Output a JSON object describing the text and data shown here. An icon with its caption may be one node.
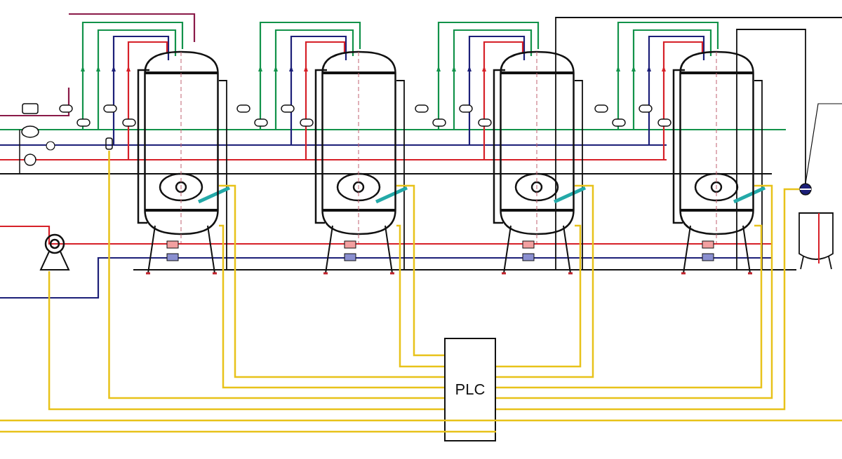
{
  "diagram": {
    "nodes": [
      {
        "text": [],
        "shape": "box"
      },
      {
        "text": [],
        "shape": "pump"
      },
      {
        "text": [],
        "shape": "cylinder"
      },
      {
        "text": [],
        "shape": "cylinder"
      },
      {
        "text": [],
        "shape": "cylinder"
      },
      {
        "text": [],
        "shape": "cylinder"
      },
      {
        "text": [],
        "shape": "circle"
      },
      {
        "text": [],
        "shape": "cylinder"
      },
      {
        "text": [
          "PLC"
        ]
      }
    ],
    "edges": [
      {
        "from": 0,
        "to": 8,
        "arrow": "none"
      },
      {
        "from": 1,
        "to": 8,
        "arrow": "none"
      },
      {
        "from": 2,
        "to": 8,
        "arrow": "none"
      },
      {
        "from": 2,
        "to": 8,
        "arrow": "none"
      },
      {
        "from": 3,
        "to": 8,
        "arrow": "none"
      },
      {
        "from": 3,
        "to": 8,
        "arrow": "none"
      },
      {
        "from": 4,
        "to": 8,
        "arrow": "none"
      },
      {
        "from": 4,
        "to": 8,
        "arrow": "none"
      },
      {
        "from": 5,
        "to": 8,
        "arrow": "none"
      },
      {
        "from": 5,
        "to": 8,
        "arrow": "none"
      },
      {
        "from": 6,
        "to": 8,
        "arrow": "none"
      },
      {
        "from": null,
        "to": 8,
        "arrow": "none"
      },
      {
        "from": null,
        "to": 8,
        "arrow": "none"
      },
      {
        "from": 8,
        "to": null,
        "arrow": "none"
      }
    ]
  }
}
